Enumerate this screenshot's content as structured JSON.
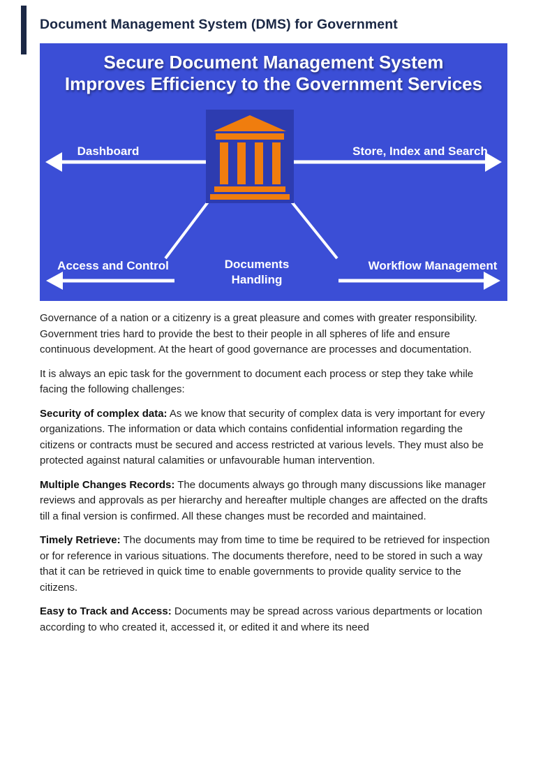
{
  "page": {
    "title": "Document Management System (DMS) for Government"
  },
  "banner": {
    "heading_line1": "Secure Document Management System",
    "heading_line2": "Improves Efficiency to the Government Services",
    "labels": {
      "top_left": "Dashboard",
      "top_right": "Store, Index and Search",
      "bottom_left": "Access and Control",
      "bottom_center_line1": "Documents",
      "bottom_center_line2": "Handling",
      "bottom_right": "Workflow Management"
    },
    "icon": "government-building-icon",
    "colors": {
      "background": "#3b4ed6",
      "building_panel": "#2d3cb0",
      "building": "#f07d0e",
      "arrows_text": "#ffffff"
    }
  },
  "paragraphs": [
    {
      "lead": "",
      "text": "Governance of a nation or a citizenry is a great pleasure and comes with greater responsibility. Government tries hard to provide the best to their people in all spheres of life and ensure continuous development. At the heart of good governance are processes and documentation."
    },
    {
      "lead": "",
      "text": "It is always an epic task for the government to document each process or step they take while facing the following challenges:"
    },
    {
      "lead": "Security of complex data:",
      "text": " As we know that security of complex data is very important for every organizations. The information or data which contains confidential information regarding the citizens or contracts must be secured and access restricted at various levels. They must also be protected against natural calamities or unfavourable human intervention."
    },
    {
      "lead": "Multiple Changes Records:",
      "text": " The documents always go through many discussions like manager reviews and approvals as per hierarchy and hereafter multiple changes are affected on the drafts till a final version is confirmed. All these changes must be recorded and maintained."
    },
    {
      "lead": "Timely Retrieve:",
      "text": " The documents may from time to time be required to be retrieved for inspection or for reference in various situations. The documents therefore, need to be stored in such a way that it can be retrieved in quick time to enable governments to provide quality service to the citizens."
    },
    {
      "lead": "Easy to Track and Access:",
      "text": " Documents may be spread across various departments or location according to who created it, accessed it, or edited it and where its need"
    }
  ]
}
